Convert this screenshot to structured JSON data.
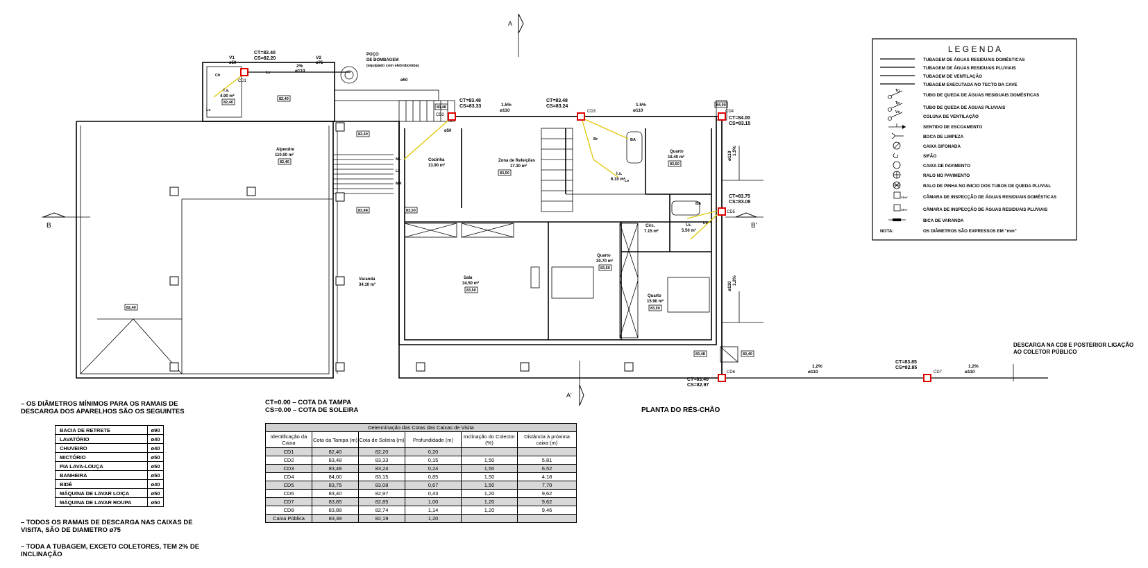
{
  "legend": {
    "title": "L E G E N D A",
    "items": [
      "TUBAGEM DE ÁGUAS RESIDUAIS DOMÉSTICAS",
      "TUBAGEM DE ÁGUAS RESIDUAIS PLUVIAIS",
      "TUBAGEM DE VENTILAÇÃO",
      "TUBAGEM EXECUTADA NO TECTO DA CAVE",
      "TUBO DE QUEDA DE ÁGUAS RESIDUAIS DOMÉSTICAS",
      "TUBO DE QUEDA DE ÁGUAS PLUVIAIS",
      "COLUNA DE VENTILAÇÃO",
      "SENTIDO DE ESCOAMENTO",
      "BOCA DE LIMPEZA",
      "CAIXA SIFONADA",
      "SIFÃO",
      "CAIXA DE PAVIMENTO",
      "RALO NO PAVIMENTO",
      "RALO DE PINHA NO INICIO DOS TUBOS DE QUEDA PLUVIAL",
      "CÂMARA DE INSPECÇÃO DE ÁGUAS RESIDUAIS DOMÉSTICAS",
      "CÂMARA DE INSPECÇÃO DE ÁGUAS RESIDUAIS PLUVIAIS",
      "BICA DE VARANDA"
    ],
    "note_label": "NOTA:",
    "note_text": "OS DIÂMETROS SÃO EXPRESSOS EM \"mm\"",
    "symbol_labels": [
      "Tq",
      "Tp",
      "Vn",
      "CDn°",
      "CPn°"
    ]
  },
  "plan": {
    "title": "PLANTA DO RÉS-CHÃO",
    "section_a": "A",
    "section_a2": "A'",
    "section_b": "B",
    "section_b2": "B'",
    "rooms": [
      {
        "name": "Alpendre",
        "area": "110.00 m²",
        "level": "82,40"
      },
      {
        "name": "Cozinha",
        "area": "13.90 m²"
      },
      {
        "name": "Zona de Refeições",
        "area": "17.30 m²",
        "level": "83,50"
      },
      {
        "name": "Quarto",
        "area": "18.40 m²",
        "level": "83,50"
      },
      {
        "name": "I.s.",
        "area": "6.10 m²"
      },
      {
        "name": "Circ.",
        "area": "7.15 m²"
      },
      {
        "name": "I.s.",
        "area": "5.50 m²"
      },
      {
        "name": "Varanda",
        "area": "34.10 m²"
      },
      {
        "name": "Sala",
        "area": "34.50 m²",
        "level": "83,50"
      },
      {
        "name": "Quarto",
        "area": "20.70 m²",
        "level": "83,50"
      },
      {
        "name": "Quarto",
        "area": "15.90 m²",
        "level": "83,50"
      },
      {
        "name": "I.s.",
        "area": "4.90 m²",
        "level": "82,40"
      }
    ],
    "levels": [
      "82,40",
      "83,48",
      "82,40",
      "82,40",
      "83,48",
      "83,50",
      "84,00",
      "83,48",
      "83,40",
      "82,40",
      "82,40"
    ],
    "pump": {
      "line1": "POÇO",
      "line2": "DE BOMBAGEM",
      "line3": "(equipado com eletrobomba)",
      "diam": "ø50"
    },
    "fixtures": [
      "Ch",
      "Lv",
      "Lv",
      "Lv",
      "ML",
      "LL",
      "MR",
      "BA",
      "BA",
      "Lv",
      "Lv",
      "Br"
    ],
    "vents": [
      {
        "label": "V1",
        "d": "ø50"
      },
      {
        "label": "V2",
        "d": "ø75"
      }
    ],
    "manholes": [
      {
        "id": "CD1",
        "ct": "CT=82.40",
        "cs": "CS=82.20"
      },
      {
        "id": "CD2",
        "ct": "CT=83.48",
        "cs": "CS=83.33",
        "d": "ø50"
      },
      {
        "id": "CD3",
        "ct": "CT=83.48",
        "cs": "CS=83.24"
      },
      {
        "id": "CD4",
        "ct": "CT=84.00",
        "cs": "CS=83.15"
      },
      {
        "id": "CD5",
        "ct": "CT=83.75",
        "cs": "CS=83.08"
      },
      {
        "id": "CD6",
        "ct": "CT=83.40",
        "cs": "CS=82.97"
      },
      {
        "id": "CD7",
        "ct": "CT=83.85",
        "cs": "CS=82.85"
      }
    ],
    "pipe_labels": [
      {
        "slope": "1.5%",
        "d": "ø110"
      },
      {
        "slope": "1.5%",
        "d": "ø110"
      },
      {
        "slope": "1.5%",
        "d": "ø110"
      },
      {
        "slope": "1.2%",
        "d": "ø110"
      },
      {
        "slope": "1.2%",
        "d": "ø110"
      },
      {
        "slope": "1.2%",
        "d": "ø110"
      },
      {
        "slope": "1.2%",
        "d": "ø110"
      }
    ],
    "top_pipe": {
      "slope": "2%",
      "d": "ø110"
    },
    "discharge_line1": "DESCARGA NA CD8 E POSTERIOR LIGAÇÃO",
    "discharge_line2": "AO COLETOR PÚBLICO"
  },
  "notes": {
    "n1": "– OS DIÂMETROS MÍNIMOS PARA OS RAMAIS DE DESCARGA DOS APARELHOS SÃO OS SEGUINTES",
    "appliances": [
      {
        "name": "BACIA DE RETRETE",
        "d": "ø90"
      },
      {
        "name": "LAVATÓRIO",
        "d": "ø40"
      },
      {
        "name": "CHUVEIRO",
        "d": "ø40"
      },
      {
        "name": "MICTÓRIO",
        "d": "ø50"
      },
      {
        "name": "PIA LAVA-LOUÇA",
        "d": "ø50"
      },
      {
        "name": "BANHEIRA",
        "d": "ø50"
      },
      {
        "name": "BIDÉ",
        "d": "ø40"
      },
      {
        "name": "MÁQUINA DE LAVAR LOIÇA",
        "d": "ø50"
      },
      {
        "name": "MÁQUINA DE LAVAR ROUPA",
        "d": "ø50"
      }
    ],
    "n2": "– TODOS OS RAMAIS DE DESCARGA NAS CAIXAS DE VISITA, SÃO DE DIAMETRO ø75",
    "n3": "– TODA A TUBAGEM, EXCETO COLETORES, TEM 2% DE INCLINAÇÃO"
  },
  "ct_def": {
    "l1": "CT=0.00 – COTA DA TAMPA",
    "l2": "CS=0.00 – COTA DE SOLEIRA"
  },
  "cotas_table": {
    "title": "Determinação das Cotas das Caixas de Visita",
    "headers": [
      "Identificação da Caixa",
      "Cota da Tampa (m)",
      "Cota de Soleira (m)",
      "Profundidade (m)",
      "Inclinação do Colector (%)",
      "Distância à próxima caixa (m)"
    ],
    "rows": [
      [
        "CD1",
        "82,40",
        "82,20",
        "0,20",
        "",
        ""
      ],
      [
        "CD2",
        "83,48",
        "83,33",
        "0,15",
        "1,50",
        "5,81"
      ],
      [
        "CD3",
        "83,48",
        "83,24",
        "0,24",
        "1,50",
        "6,52"
      ],
      [
        "CD4",
        "84,00",
        "83,15",
        "0,85",
        "1,50",
        "4,18"
      ],
      [
        "CD5",
        "83,75",
        "83,08",
        "0,67",
        "1,50",
        "7,70"
      ],
      [
        "CD6",
        "83,40",
        "82,97",
        "0,43",
        "1,20",
        "9,62"
      ],
      [
        "CD7",
        "83,85",
        "82,85",
        "1,00",
        "1,20",
        "9,62"
      ],
      [
        "CD8",
        "83,88",
        "82,74",
        "1,14",
        "1,20",
        "9,46"
      ],
      [
        "Caixa Pública",
        "83,39",
        "82,19",
        "1,20",
        "",
        ""
      ]
    ]
  }
}
